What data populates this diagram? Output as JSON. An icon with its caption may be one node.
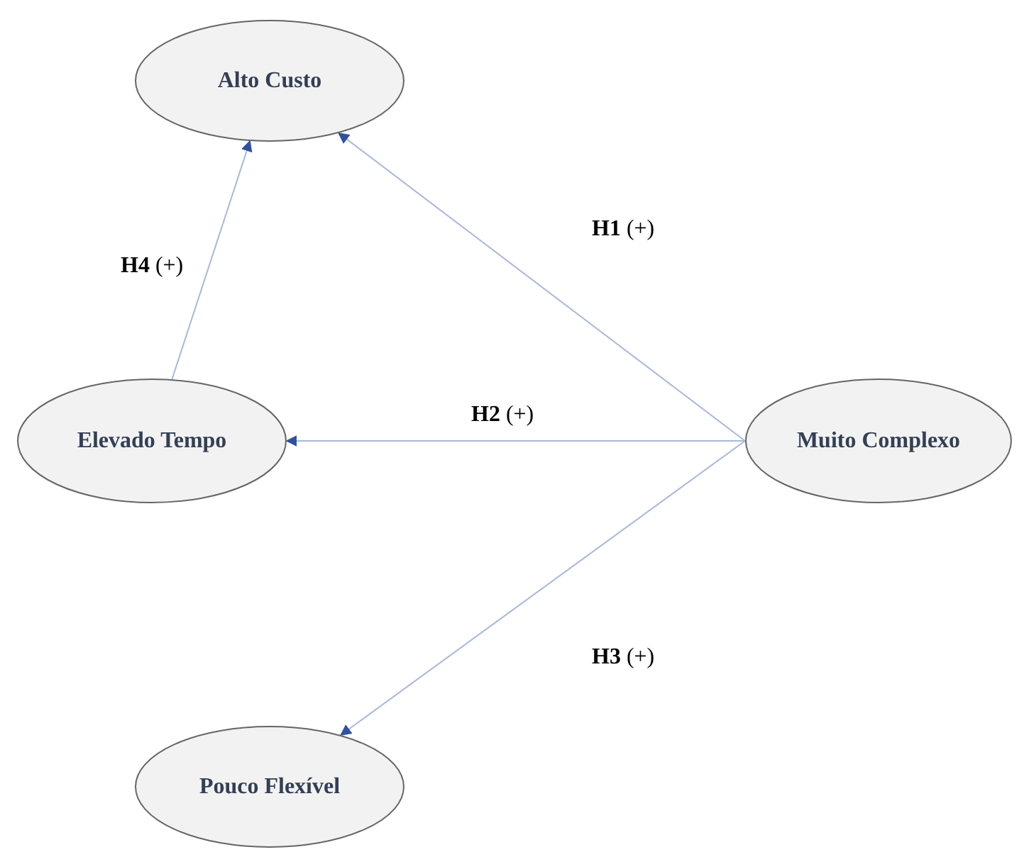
{
  "diagram": {
    "nodes": [
      {
        "text": [
          "Alto Custo"
        ]
      },
      {
        "text": [
          "Elevado Tempo"
        ]
      },
      {
        "text": [
          "Muito Complexo"
        ]
      },
      {
        "text": [
          "Pouco Flexível"
        ]
      }
    ],
    "edges": [
      {
        "from": 2,
        "to": 0,
        "arrow": "to",
        "label": "**H1** (+)"
      },
      {
        "from": 2,
        "to": 1,
        "arrow": "to",
        "label": "**H2** (+)"
      },
      {
        "from": 2,
        "to": 3,
        "arrow": "to",
        "label": "**H3** (+)"
      },
      {
        "from": 1,
        "to": 0,
        "arrow": "to",
        "label": "**H4** (+)"
      }
    ]
  }
}
